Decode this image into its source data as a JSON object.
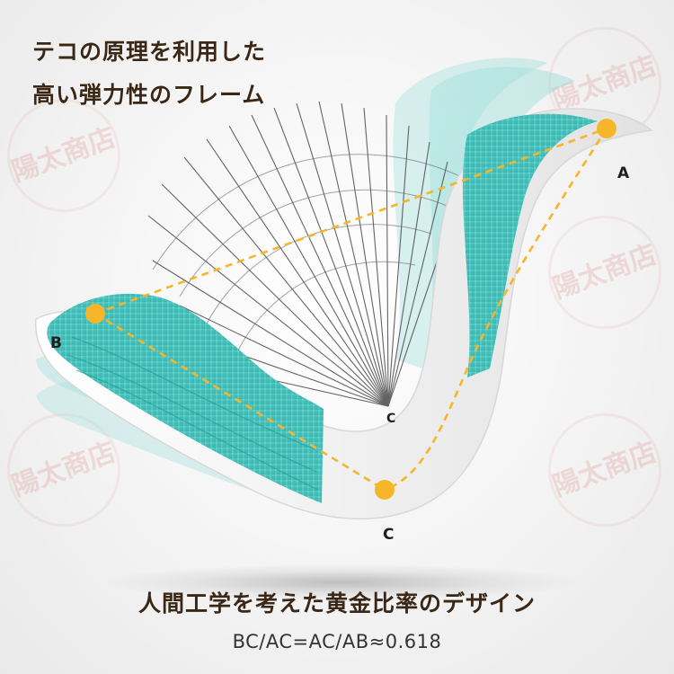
{
  "headline": {
    "line1": "テコの原理を利用した",
    "line2": "高い弾力性のフレーム"
  },
  "points": {
    "a": "A",
    "b": "B",
    "c": "C",
    "center": "C"
  },
  "subtitle": "人間工学を考えた黄金比率のデザイン",
  "formula": "BC/AC=AC/AB≈0.618",
  "watermark": {
    "text": "陽太商店"
  },
  "colors": {
    "accent_teal": "#3fc2bd",
    "frame": "#f4f4f4",
    "dot": "#f7b52a",
    "heading": "#3b2716"
  }
}
